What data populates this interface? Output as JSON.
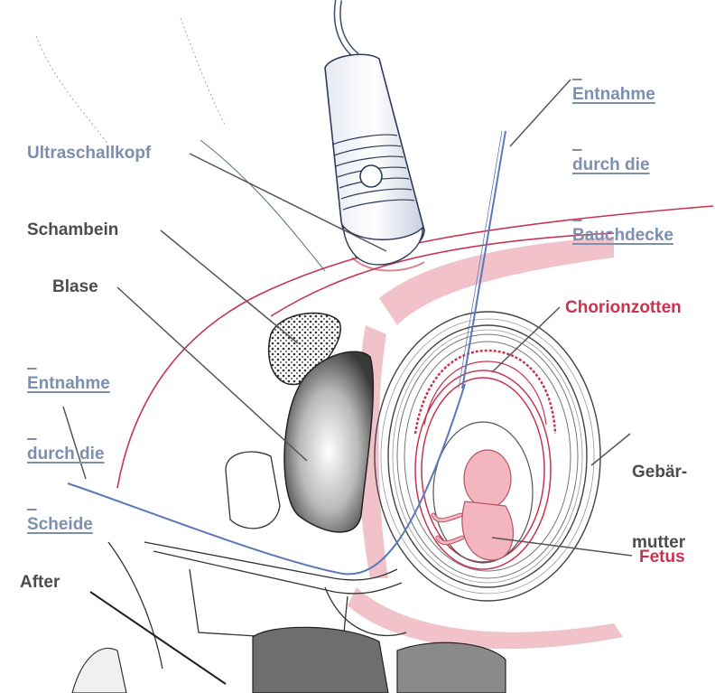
{
  "labels": {
    "bauchdecke": [
      "Entnahme",
      "durch die",
      "Bauchdecke"
    ],
    "ultraschallkopf": "Ultraschallkopf",
    "schambein": "Schambein",
    "blase": "Blase",
    "scheide": [
      "Entnahme",
      "durch die",
      "Scheide"
    ],
    "chorionzotten": "Chorionzotten",
    "gebaermutter": [
      "Gebär-",
      "mutter"
    ],
    "fetus": "Fetus",
    "after": "After"
  },
  "colors": {
    "label_blue": "#7d8fae",
    "label_gray": "#4c4c4c",
    "label_red": "#c8344f",
    "tissue_red": "#c8344f",
    "needle_blue": "#5b78b8"
  }
}
